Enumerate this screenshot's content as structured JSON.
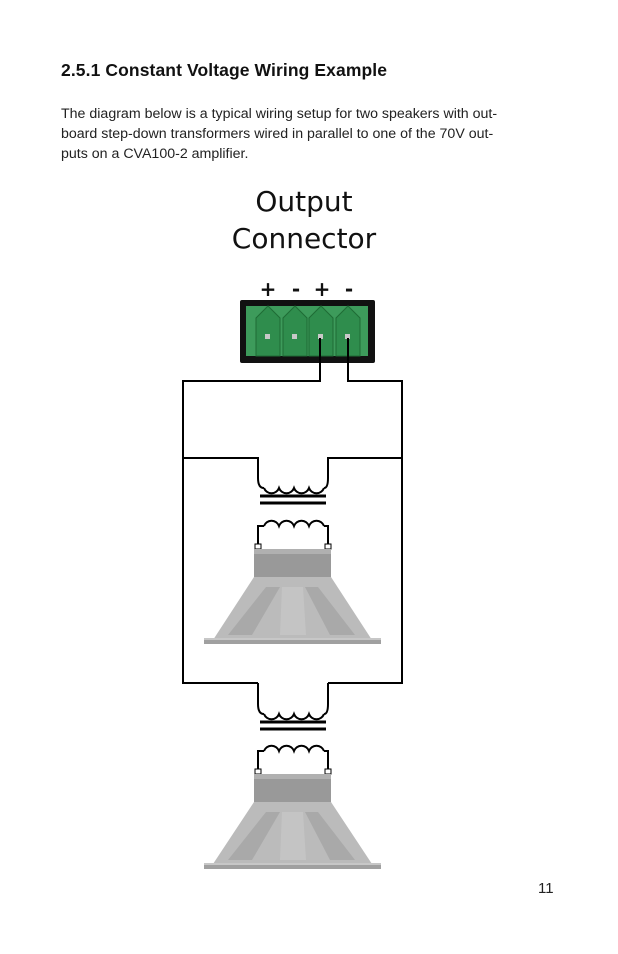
{
  "document": {
    "heading": "2.5.1 Constant Voltage Wiring Example",
    "intro_lines": [
      "The diagram below is a typical wiring setup for two speakers with out-",
      "board step-down transformers wired in parallel to one of the 70V out-",
      "puts on a CVA100-2 amplifier."
    ],
    "page_number": "11"
  },
  "diagram": {
    "title_line1": "Output",
    "title_line2": "Connector",
    "polarity_labels": [
      "+",
      "-",
      "+",
      "-"
    ],
    "connector_color": "#3d9b5b",
    "connector_terminal_color": "#2e8a4a",
    "speaker_color": "#b9b9b9",
    "speaker_dark_color": "#999999"
  }
}
